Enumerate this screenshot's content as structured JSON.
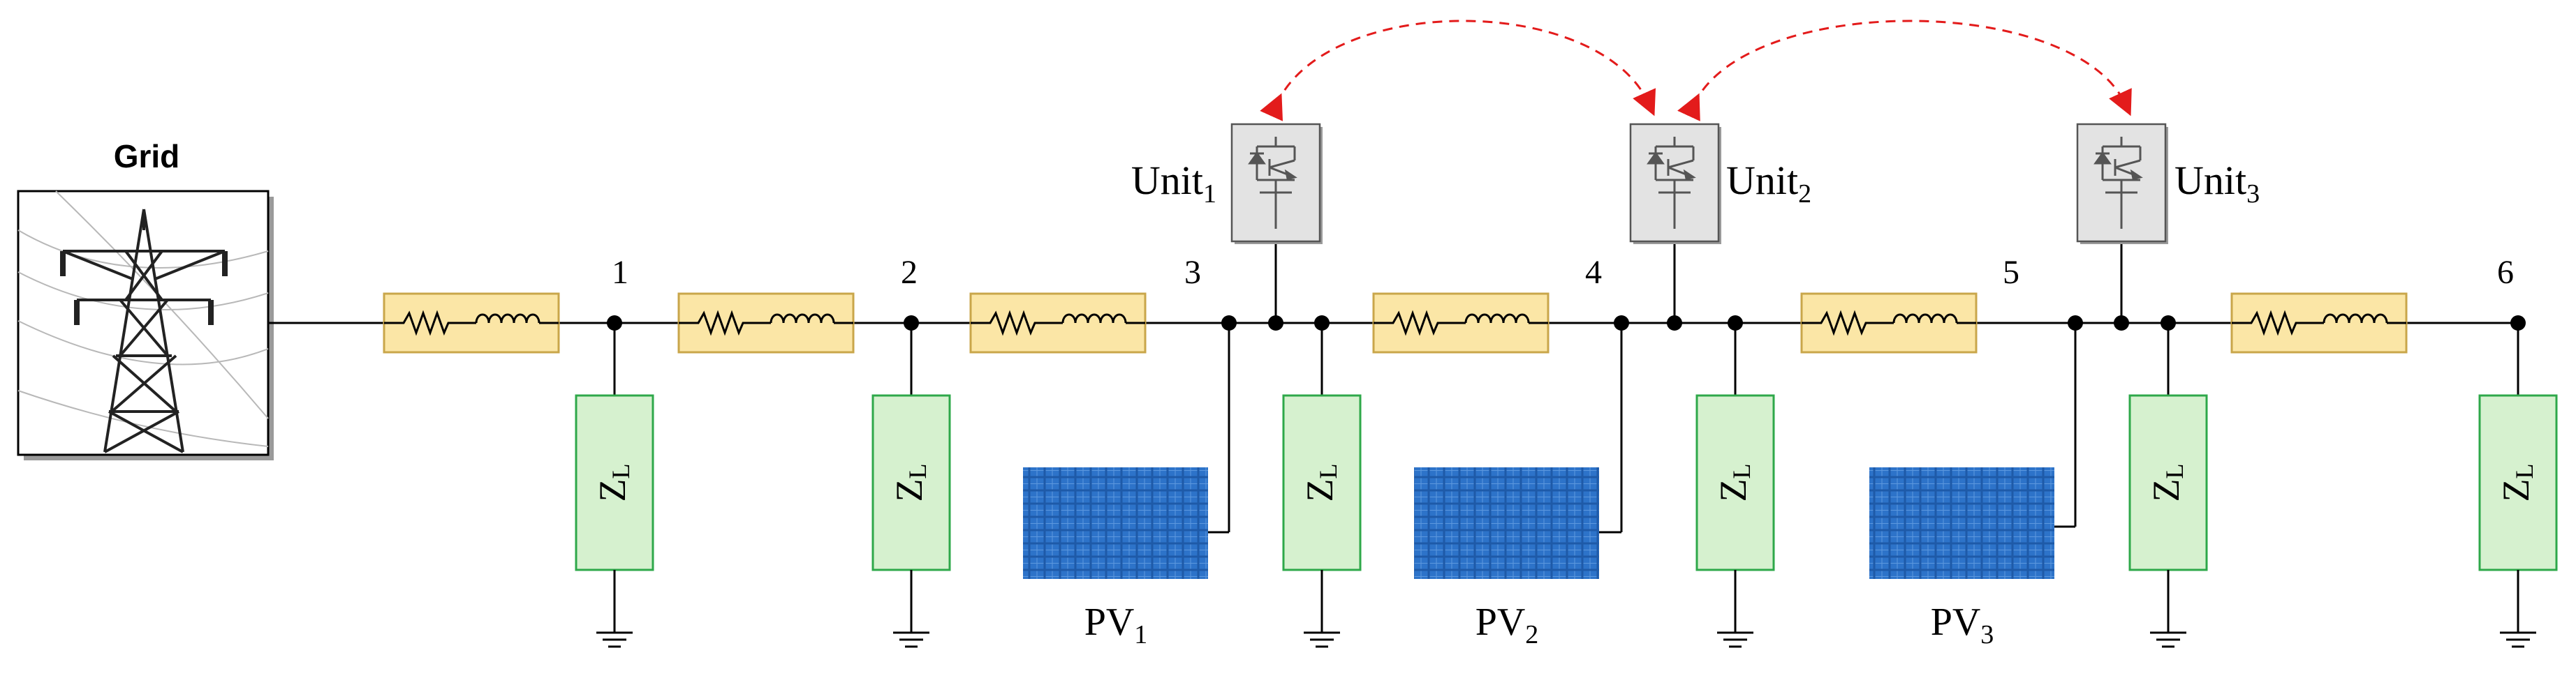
{
  "grid": {
    "label": "Grid"
  },
  "buses": [
    {
      "label": "1"
    },
    {
      "label": "2"
    },
    {
      "label": "3"
    },
    {
      "label": "4"
    },
    {
      "label": "5"
    },
    {
      "label": "6"
    }
  ],
  "loads": [
    {
      "label": "Z",
      "sub": "L"
    },
    {
      "label": "Z",
      "sub": "L"
    },
    {
      "label": "Z",
      "sub": "L"
    },
    {
      "label": "Z",
      "sub": "L"
    },
    {
      "label": "Z",
      "sub": "L"
    },
    {
      "label": "Z",
      "sub": "L"
    }
  ],
  "pv": [
    {
      "label": "PV",
      "sub": "1"
    },
    {
      "label": "PV",
      "sub": "2"
    },
    {
      "label": "PV",
      "sub": "3"
    }
  ],
  "units": [
    {
      "label": "Unit",
      "sub": "1"
    },
    {
      "label": "Unit",
      "sub": "2"
    },
    {
      "label": "Unit",
      "sub": "3"
    }
  ],
  "colors": {
    "line": "#000000",
    "impedance_fill": "#fbe6a6",
    "impedance_stroke": "#c9a64a",
    "load_fill": "#cdeec4",
    "load_stroke": "#2ea84a",
    "pv_fill": "#1e5aa8",
    "unit_fill": "#e3e3e3",
    "comm_arrow": "#e31b1b"
  },
  "icons": {
    "grid": "transmission-tower-icon",
    "pv": "solar-panel-icon",
    "unit": "igbt-switch-icon",
    "ground": "ground-icon",
    "impedance": "rl-impedance-icon"
  }
}
